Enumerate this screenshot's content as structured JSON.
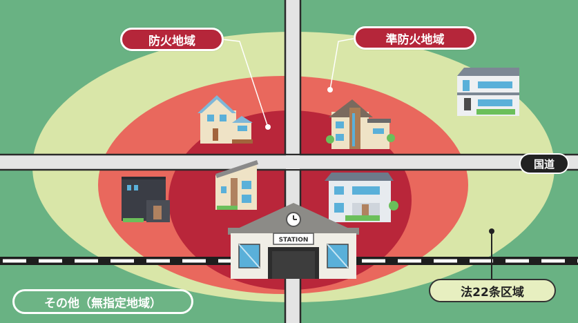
{
  "labels": {
    "fire_zone": "防火地域",
    "semi_fire_zone": "準防火地域",
    "national_road": "国道",
    "article22_zone": "法22条区域",
    "other_zone": "その他（無指定地域）",
    "station_sign": "STATION"
  },
  "colors": {
    "ground": "#69b283",
    "article22_ring": "#d9e6a8",
    "semi_fire_ring": "#e9685d",
    "fire_core": "#b9263a",
    "road": "#e4e4e4",
    "label_red": "#b5263a"
  }
}
